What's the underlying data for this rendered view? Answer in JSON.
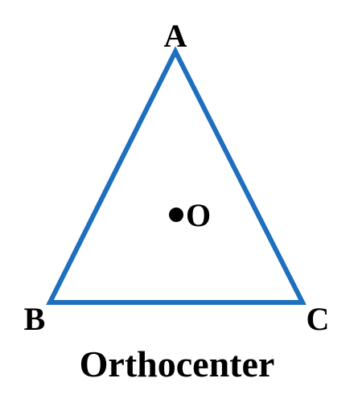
{
  "diagram": {
    "caption": "Orthocenter",
    "colors": {
      "triangle_stroke": "#1f6fbf",
      "point_fill": "#000000",
      "text": "#000000"
    },
    "vertices": {
      "a": {
        "label": "A"
      },
      "b": {
        "label": "B"
      },
      "c": {
        "label": "C"
      }
    },
    "center_point": {
      "label": "O"
    }
  }
}
